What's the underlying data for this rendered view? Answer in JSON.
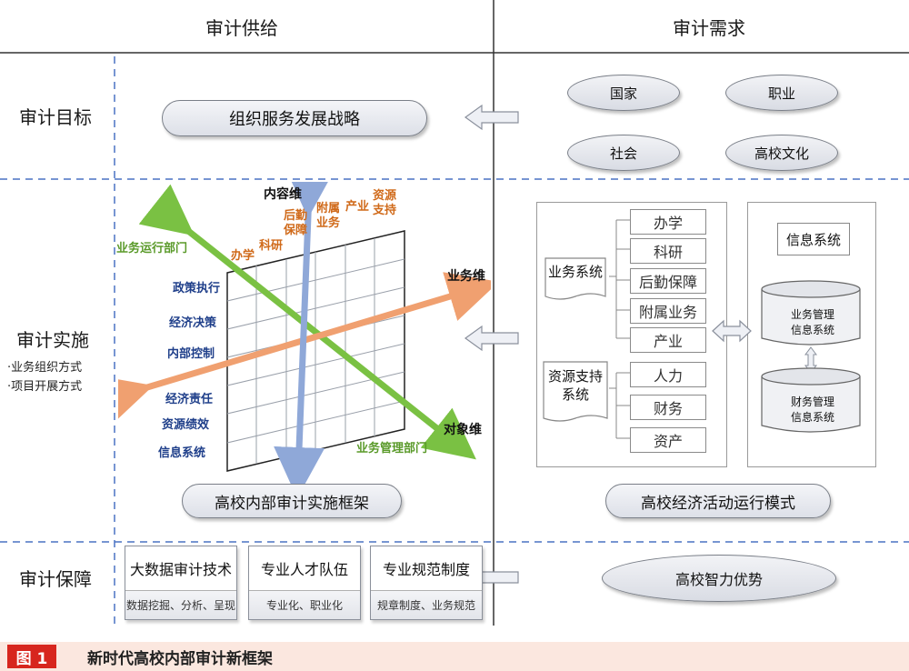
{
  "header": {
    "supply": "审计供给",
    "demand": "审计需求"
  },
  "rows": {
    "goal": "审计目标",
    "impl": "审计实施",
    "impl_sub1": "·业务组织方式",
    "impl_sub2": "·项目开展方式",
    "guarantee": "审计保障"
  },
  "goal_pill": "组织服务发展战略",
  "demand_ellipses": [
    "国家",
    "职业",
    "社会",
    "高校文化"
  ],
  "framework": {
    "caption": "高校内部审计实施框架",
    "axis_content": "内容维",
    "axis_business": "业务维",
    "axis_object": "对象维",
    "dept_run": "业务运行部门",
    "dept_manage": "业务管理部门",
    "top_items": [
      "办学",
      "科研",
      "后勤\n保障",
      "附属\n业务",
      "产业",
      "资源\n支持"
    ],
    "left_items": [
      "政策执行",
      "经济决策",
      "内部控制",
      "经济责任",
      "资源绩效",
      "信息系统"
    ]
  },
  "model": {
    "caption": "高校经济活动运行模式",
    "business_system": "业务系统",
    "business_items": [
      "办学",
      "科研",
      "后勤保障",
      "附属业务",
      "产业"
    ],
    "resource_system": "资源支持\n系统",
    "resource_items": [
      "人力",
      "财务",
      "资产"
    ],
    "info_title": "信息系统",
    "info_db1": "业务管理\n信息系统",
    "info_db2": "财务管理\n信息系统"
  },
  "guarantee_boxes": [
    {
      "title": "大数据审计技术",
      "sub": "数据挖掘、分析、呈现"
    },
    {
      "title": "专业人才队伍",
      "sub": "专业化、职业化"
    },
    {
      "title": "专业规范制度",
      "sub": "规章制度、业务规范"
    }
  ],
  "guarantee_ellipse": "高校智力优势",
  "figure": {
    "tag": "图 1",
    "title": "新时代高校内部审计新框架"
  }
}
